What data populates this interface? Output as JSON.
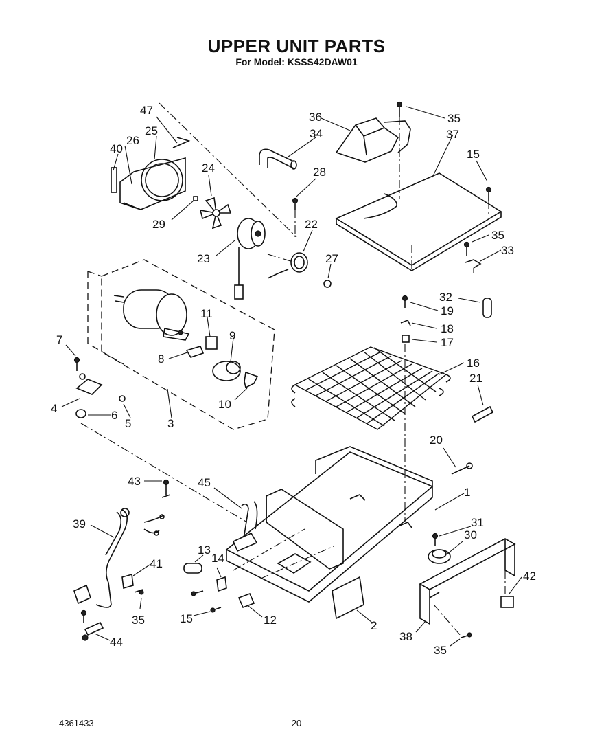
{
  "header": {
    "title": "UPPER UNIT PARTS",
    "subtitle": "For Model: KSSS42DAW01"
  },
  "footer": {
    "doc_number": "4361433",
    "page_number": "20"
  },
  "callouts": {
    "c1": "1",
    "c2": "2",
    "c3": "3",
    "c4": "4",
    "c5": "5",
    "c6": "6",
    "c7": "7",
    "c8": "8",
    "c9": "9",
    "c10": "10",
    "c11": "11",
    "c12": "12",
    "c13": "13",
    "c14": "14",
    "c15a": "15",
    "c15b": "15",
    "c16": "16",
    "c17": "17",
    "c18": "18",
    "c19": "19",
    "c20": "20",
    "c21": "21",
    "c22": "22",
    "c23": "23",
    "c24": "24",
    "c25": "25",
    "c26": "26",
    "c27": "27",
    "c28": "28",
    "c29": "29",
    "c30": "30",
    "c31": "31",
    "c32": "32",
    "c33": "33",
    "c34": "34",
    "c35a": "35",
    "c35b": "35",
    "c35c": "35",
    "c35d": "35",
    "c36": "36",
    "c37": "37",
    "c38": "38",
    "c39": "39",
    "c40": "40",
    "c41": "41",
    "c42": "42",
    "c43": "43",
    "c44": "44",
    "c45": "45",
    "c47": "47"
  }
}
